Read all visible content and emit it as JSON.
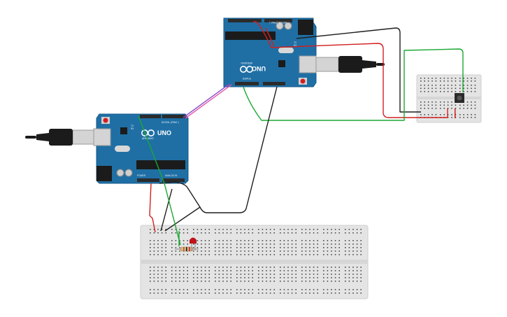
{
  "circuit": {
    "board_top": {
      "model": "UNO",
      "brand": "ARDUINO",
      "header_top": "DIGITAL (PWM~)",
      "header_power": "POWER",
      "header_analog": "ANALOG IN",
      "tx": "TX",
      "rx": "RX",
      "led_l": "L",
      "on": "ON"
    },
    "board_left": {
      "model": "UNO",
      "brand": "ARDUINO",
      "header_top": "DIGITAL (PWM~)",
      "header_power": "POWER",
      "header_analog": "ANALOG IN",
      "tx": "TX",
      "rx": "RX",
      "led_l": "L",
      "on": "ON"
    },
    "colors": {
      "board": "#1f6fa5",
      "board_edge": "#155a8a",
      "wire_red": "#d21f1f",
      "wire_green": "#1aa832",
      "wire_black": "#1e1e1e",
      "wire_purple": "#8a4fd1",
      "wire_pink": "#e05aa6",
      "breadboard": "#e4e4e4",
      "led": "#c0121b"
    },
    "components": {
      "usb_cable_right": "usb-cable",
      "usb_cable_left": "usb-cable",
      "pushbutton": "pushbutton",
      "resistor": "resistor",
      "led": "red-led"
    }
  }
}
